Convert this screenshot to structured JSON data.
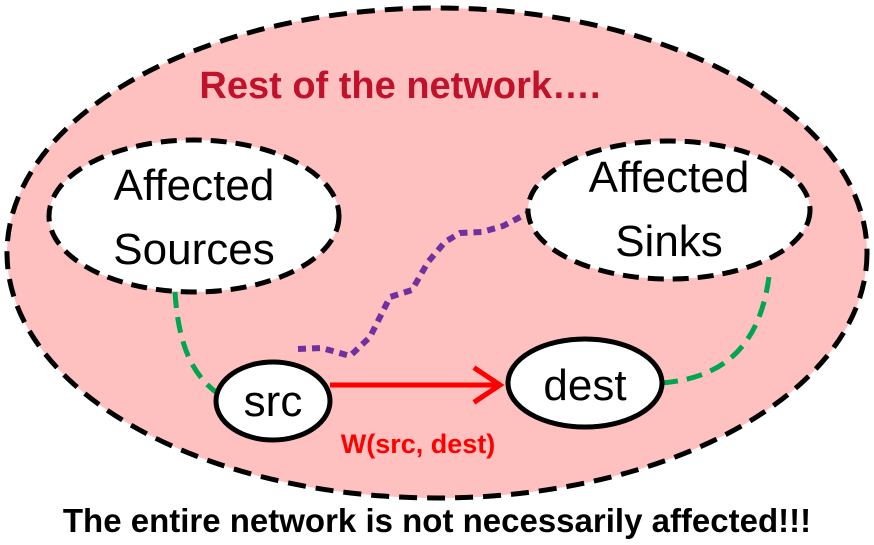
{
  "diagram": {
    "title": "Rest of the network….",
    "nodes": {
      "sources": {
        "line1": "Affected",
        "line2": "Sources"
      },
      "sinks": {
        "line1": "Affected",
        "line2": "Sinks"
      },
      "src": "src",
      "dest": "dest"
    },
    "edge_label": "W(src, dest)",
    "caption": "The entire network is not necessarily affected!!!"
  },
  "colors": {
    "network_fill": "#ffc0c0",
    "title": "#c0122a",
    "weighted_edge": "#ff0000",
    "green_link": "#00a550",
    "purple_path": "#7030a0"
  }
}
